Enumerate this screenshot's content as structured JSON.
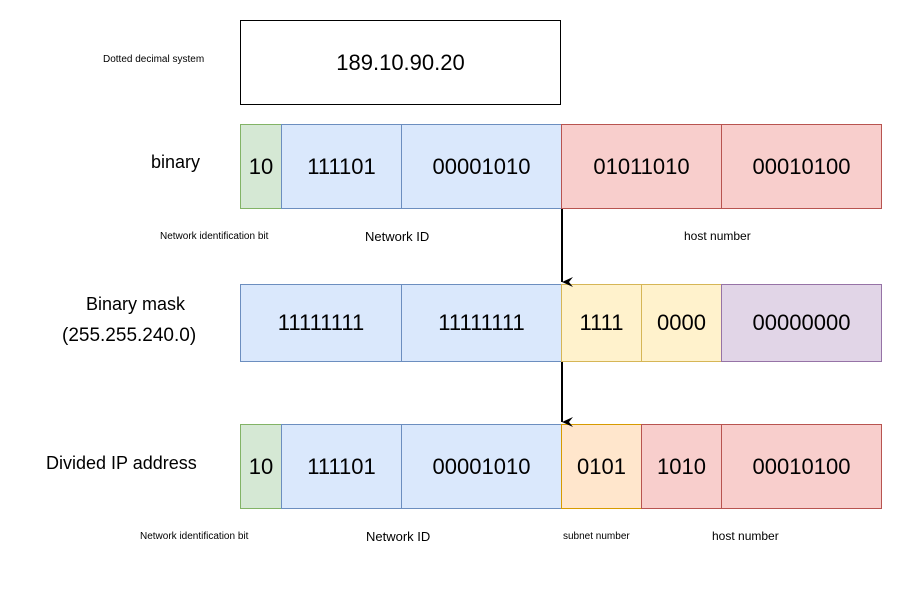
{
  "dotted": {
    "label": "Dotted decimal system",
    "value": "189.10.90.20"
  },
  "binary_row": {
    "label": "binary",
    "cells": [
      "10",
      "111101",
      "00001010",
      "01011010",
      "00010100"
    ],
    "captions": {
      "network_identification_bit": "Network identification bit",
      "network_id": "Network ID",
      "host_number": "host number"
    }
  },
  "mask_row": {
    "label_line1": "Binary mask",
    "label_line2": "(255.255.240.0)",
    "cells": [
      "11111111",
      "11111111",
      "1111",
      "0000",
      "00000000"
    ]
  },
  "divided_row": {
    "label": "Divided IP address",
    "cells": [
      "10",
      "111101",
      "00001010",
      "0101",
      "1010",
      "00010100"
    ],
    "captions": {
      "network_identification_bit": "Network identification bit",
      "network_id": "Network ID",
      "subnet_number": "subnet number",
      "host_number": "host number"
    }
  },
  "colors": {
    "green_fill": "#d5e8d4",
    "green_border": "#82b366",
    "blue_fill": "#dae8fc",
    "blue_border": "#6c8ebf",
    "red_fill": "#f8cecc",
    "red_border": "#b85450",
    "yellow_fill": "#fff2cc",
    "yellow_border": "#d6b656",
    "purple_fill": "#e1d5e7",
    "purple_border": "#9673a6",
    "orange_fill": "#ffe6cc",
    "orange_border": "#d79b00"
  }
}
